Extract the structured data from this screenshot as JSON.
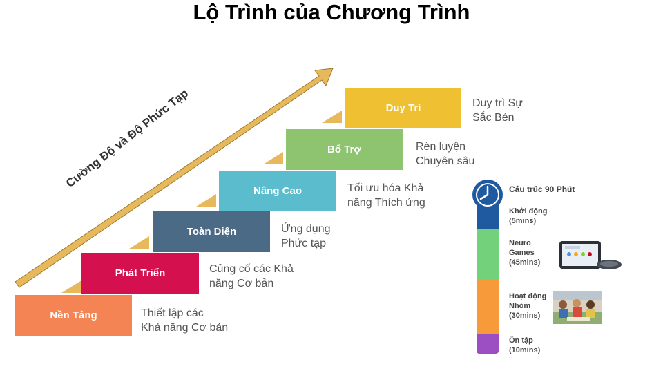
{
  "title": "Lộ Trình của Chương Trình",
  "arrow_label": "Cường Độ và Độ Phức Tạp",
  "steps": [
    {
      "label": "Nền Tảng",
      "color": "#f58455",
      "desc_line1": "Thiết lập các",
      "desc_line2": "Khả năng Cơ bản"
    },
    {
      "label": "Phát Triển",
      "color": "#d5104f",
      "desc_line1": "Củng cố các Khả",
      "desc_line2": "năng Cơ bản"
    },
    {
      "label": "Toàn Diện",
      "color": "#4a6a86",
      "desc_line1": "Ứng dụng",
      "desc_line2": "Phức tạp"
    },
    {
      "label": "Nâng Cao",
      "color": "#5bbccd",
      "desc_line1": "Tối ưu hóa Khả",
      "desc_line2": "năng Thích ứng"
    },
    {
      "label": "Bổ Trợ",
      "color": "#8ec36f",
      "desc_line1": "Rèn luyện",
      "desc_line2": "Chuyên sâu"
    },
    {
      "label": "Duy Trì",
      "color": "#efc132",
      "desc_line1": "Duy trì Sự",
      "desc_line2": "Sắc Bén"
    }
  ],
  "structure": {
    "heading": "Cấu trúc 90 Phút",
    "clock_icon": "clock-icon",
    "segments": [
      {
        "line1": "Khởi động",
        "line2": "(5mins)",
        "color": "#1f5aa0",
        "minutes": 5
      },
      {
        "line1": "Neuro",
        "line2": "Games",
        "line3": "(45mins)",
        "color": "#73d17b",
        "minutes": 45
      },
      {
        "line1": "Hoạt động",
        "line2": "Nhóm",
        "line3": "(30mins)",
        "color": "#f79a3a",
        "minutes": 30
      },
      {
        "line1": "Ôn tập",
        "line2": "(10mins)",
        "color": "#9b4fc2",
        "minutes": 10
      }
    ]
  },
  "colors": {
    "arrow": "#e7b95c",
    "arrow_stroke": "#9a7b30",
    "triangle": "#e7b95c"
  }
}
